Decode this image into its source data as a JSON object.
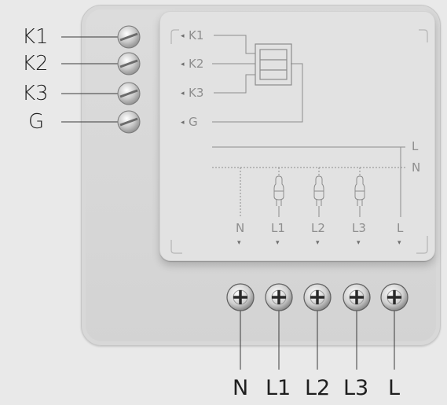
{
  "diagram": {
    "control_terminals": [
      {
        "key": "k1",
        "label": "K1"
      },
      {
        "key": "k2",
        "label": "K2"
      },
      {
        "key": "k3",
        "label": "K3"
      },
      {
        "key": "g",
        "label": "G"
      }
    ],
    "power_terminals": [
      {
        "key": "n",
        "label": "N"
      },
      {
        "key": "l1",
        "label": "L1"
      },
      {
        "key": "l2",
        "label": "L2"
      },
      {
        "key": "l3",
        "label": "L3"
      },
      {
        "key": "l",
        "label": "L"
      }
    ],
    "plate": {
      "inputs": [
        "K1",
        "K2",
        "K3",
        "G"
      ],
      "bus_lines": [
        "L",
        "N"
      ],
      "outputs": [
        "N",
        "L1",
        "L2",
        "L3",
        "L"
      ]
    },
    "colors": {
      "background": "#e9e9e9",
      "module": "#d6d6d6",
      "plate": "#e2e2e2",
      "line": "#8c8c8c",
      "text": "#1f1f1f"
    },
    "icons": {
      "side_screw": "slotted-screw-icon",
      "bottom_screw": "phillips-screw-icon",
      "switch": "triple-switch-icon",
      "lamp": "lamp-icon"
    }
  }
}
